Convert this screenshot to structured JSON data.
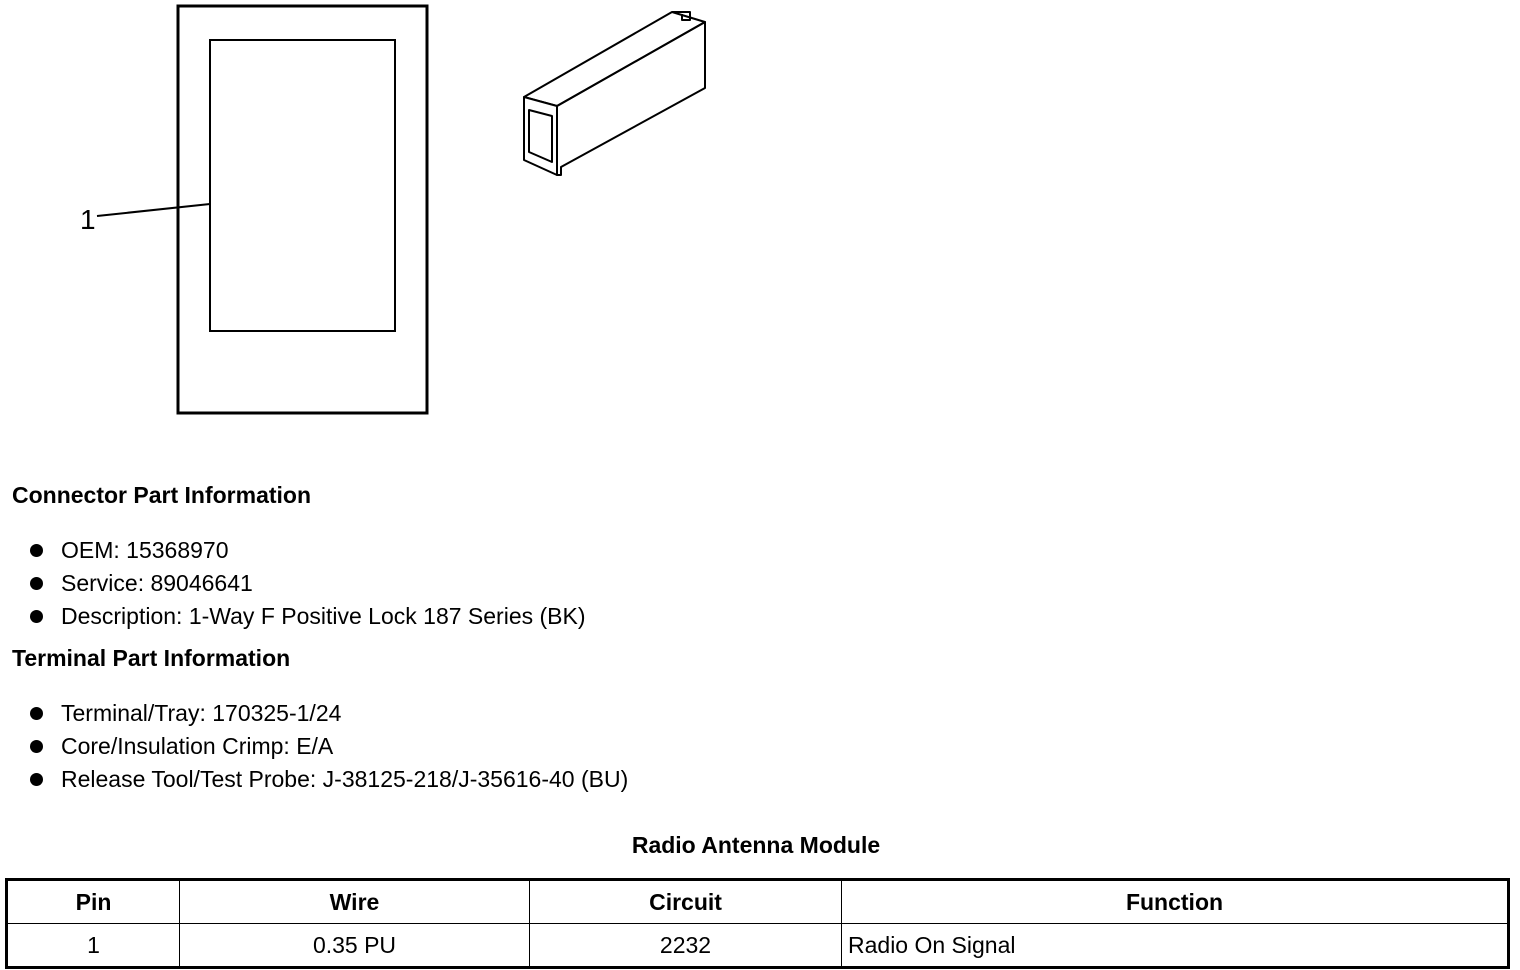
{
  "diagram": {
    "callout_label": "1"
  },
  "connector_section": {
    "heading": "Connector Part Information",
    "items": [
      "OEM: 15368970",
      "Service: 89046641",
      "Description: 1-Way F Positive Lock 187 Series (BK)"
    ]
  },
  "terminal_section": {
    "heading": "Terminal Part Information",
    "items": [
      "Terminal/Tray: 170325-1/24",
      "Core/Insulation Crimp: E/A",
      "Release Tool/Test Probe: J-38125-218/J-35616-40 (BU)"
    ]
  },
  "pin_table": {
    "title": "Radio Antenna Module",
    "headers": [
      "Pin",
      "Wire",
      "Circuit",
      "Function"
    ],
    "rows": [
      [
        "1",
        "0.35 PU",
        "2232",
        "Radio On Signal"
      ]
    ]
  }
}
